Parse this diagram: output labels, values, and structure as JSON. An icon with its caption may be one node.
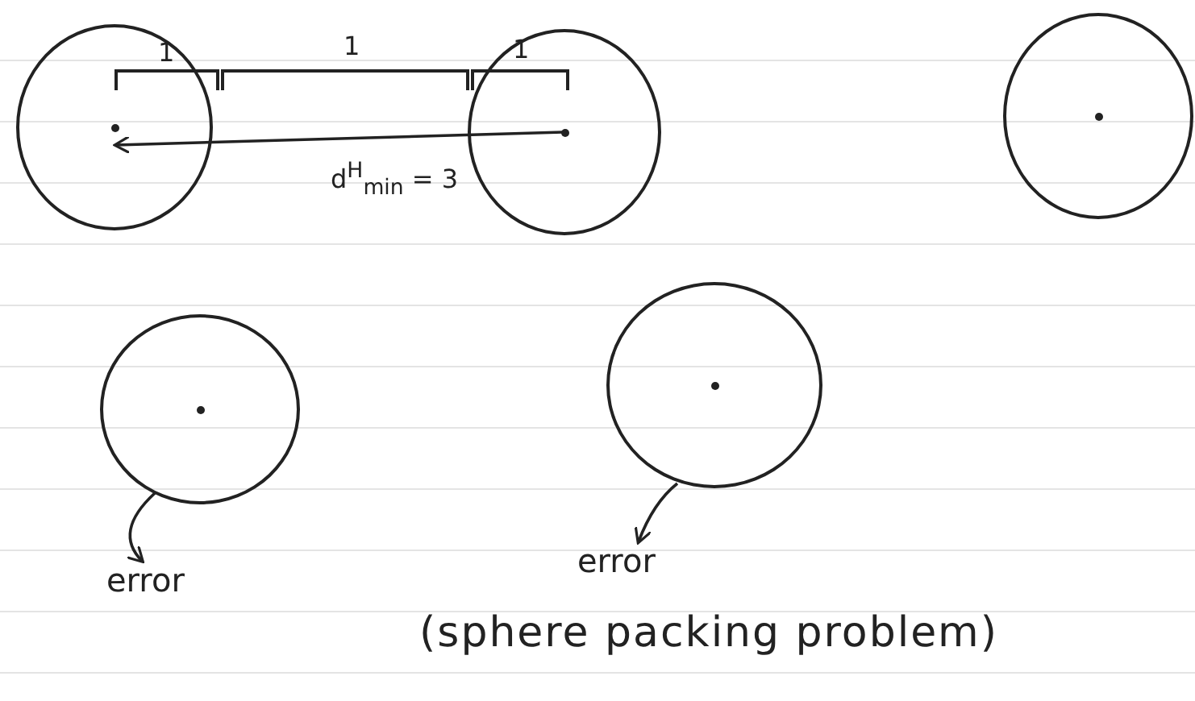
{
  "diagram": {
    "caption": "(sphere packing problem)",
    "nodes": [
      {
        "text": [],
        "shape": "circle"
      },
      {
        "text": [],
        "shape": "circle"
      },
      {
        "text": [],
        "shape": "circle"
      },
      {
        "text": [],
        "shape": "circle"
      },
      {
        "text": [],
        "shape": "circle"
      },
      {
        "text": [
          "error"
        ]
      },
      {
        "text": [
          "error"
        ]
      }
    ],
    "edges": [
      {
        "from": 1,
        "to": 0,
        "arrow": "to",
        "label": "d$^{H}$$_{min}$ = 3"
      },
      {
        "from": 3,
        "to": 5,
        "arrow": "to"
      },
      {
        "from": 4,
        "to": 6,
        "arrow": "to"
      }
    ],
    "labels": [
      "1",
      "1",
      "1"
    ]
  }
}
